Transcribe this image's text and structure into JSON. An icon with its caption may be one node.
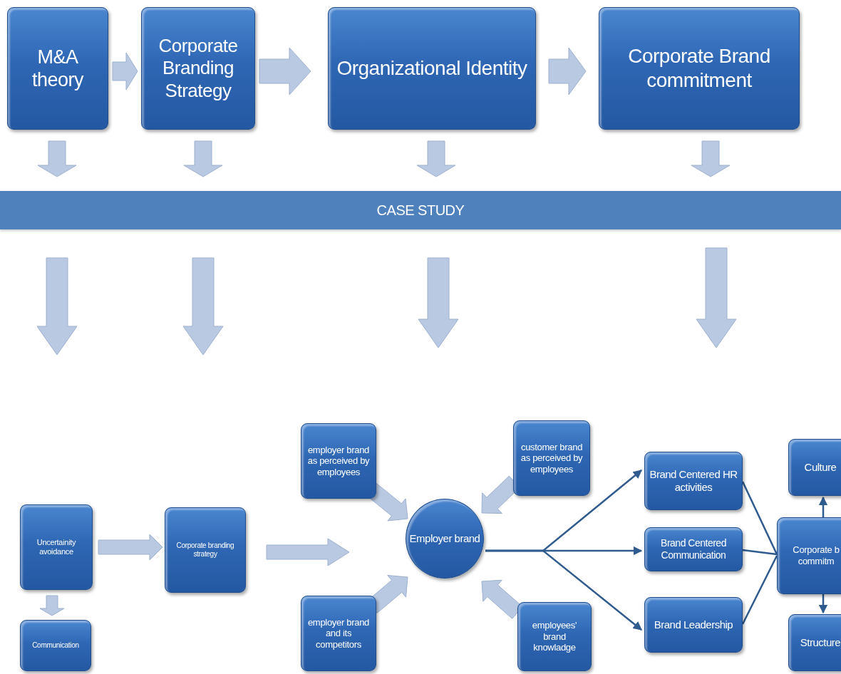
{
  "diagram": {
    "nodes": [
      {
        "text": [
          "M&A theory"
        ]
      },
      {
        "text": [
          "Corporate Branding Strategy"
        ]
      },
      {
        "text": [
          "Organizational Identity"
        ]
      },
      {
        "text": [
          "Corporate Brand commitment"
        ]
      },
      {
        "text": [
          "CASE STUDY"
        ]
      },
      {
        "text": [
          "Uncertainity avoidance"
        ]
      },
      {
        "text": [
          "Communication"
        ]
      },
      {
        "text": [
          "Corporate branding strategy"
        ]
      },
      {
        "text": [
          "employer brand as perceived by employees"
        ]
      },
      {
        "text": [
          "employer brand and its competitors"
        ]
      },
      {
        "text": [
          "Employer brand"
        ]
      },
      {
        "text": [
          "customer brand as perceived by employees"
        ]
      },
      {
        "text": [
          "employees' brand knowladge"
        ]
      },
      {
        "text": [
          "Brand Centered HR activities"
        ]
      },
      {
        "text": [
          "Brand Centered Communication"
        ]
      },
      {
        "text": [
          "Brand Leadership"
        ]
      },
      {
        "text": [
          "Culture"
        ]
      },
      {
        "text": [
          "Corporate b commitm"
        ]
      },
      {
        "text": [
          "Structure"
        ]
      }
    ],
    "edges": [
      {
        "from": 0,
        "to": 1,
        "arrow": "to"
      },
      {
        "from": 1,
        "to": 2,
        "arrow": "to"
      },
      {
        "from": 2,
        "to": 3,
        "arrow": "to"
      },
      {
        "from": 0,
        "to": 4,
        "arrow": "to"
      },
      {
        "from": 1,
        "to": 4,
        "arrow": "to"
      },
      {
        "from": 2,
        "to": 4,
        "arrow": "to"
      },
      {
        "from": 3,
        "to": 4,
        "arrow": "to"
      },
      {
        "from": 5,
        "to": 7,
        "arrow": "to"
      },
      {
        "from": 5,
        "to": 6,
        "arrow": "to"
      },
      {
        "from": 7,
        "to": null,
        "arrow": "to"
      },
      {
        "from": 8,
        "to": 10,
        "arrow": "to"
      },
      {
        "from": 9,
        "to": 10,
        "arrow": "to"
      },
      {
        "from": 11,
        "to": 10,
        "arrow": "to"
      },
      {
        "from": 12,
        "to": 10,
        "arrow": "to"
      },
      {
        "from": 10,
        "to": 13,
        "arrow": "to",
        "color": "#2f5b8f"
      },
      {
        "from": 10,
        "to": 14,
        "arrow": "to",
        "color": "#2f5b8f"
      },
      {
        "from": 10,
        "to": 15,
        "arrow": "to",
        "color": "#2f5b8f"
      },
      {
        "from": 13,
        "to": 17,
        "arrow": "none",
        "color": "#2f5b8f"
      },
      {
        "from": 14,
        "to": 17,
        "arrow": "none",
        "color": "#2f5b8f"
      },
      {
        "from": 15,
        "to": 17,
        "arrow": "none",
        "color": "#2f5b8f"
      },
      {
        "from": 17,
        "to": 16,
        "arrow": "to",
        "color": "#2f5b8f"
      },
      {
        "from": 17,
        "to": 18,
        "arrow": "to",
        "color": "#2f5b8f"
      }
    ]
  }
}
